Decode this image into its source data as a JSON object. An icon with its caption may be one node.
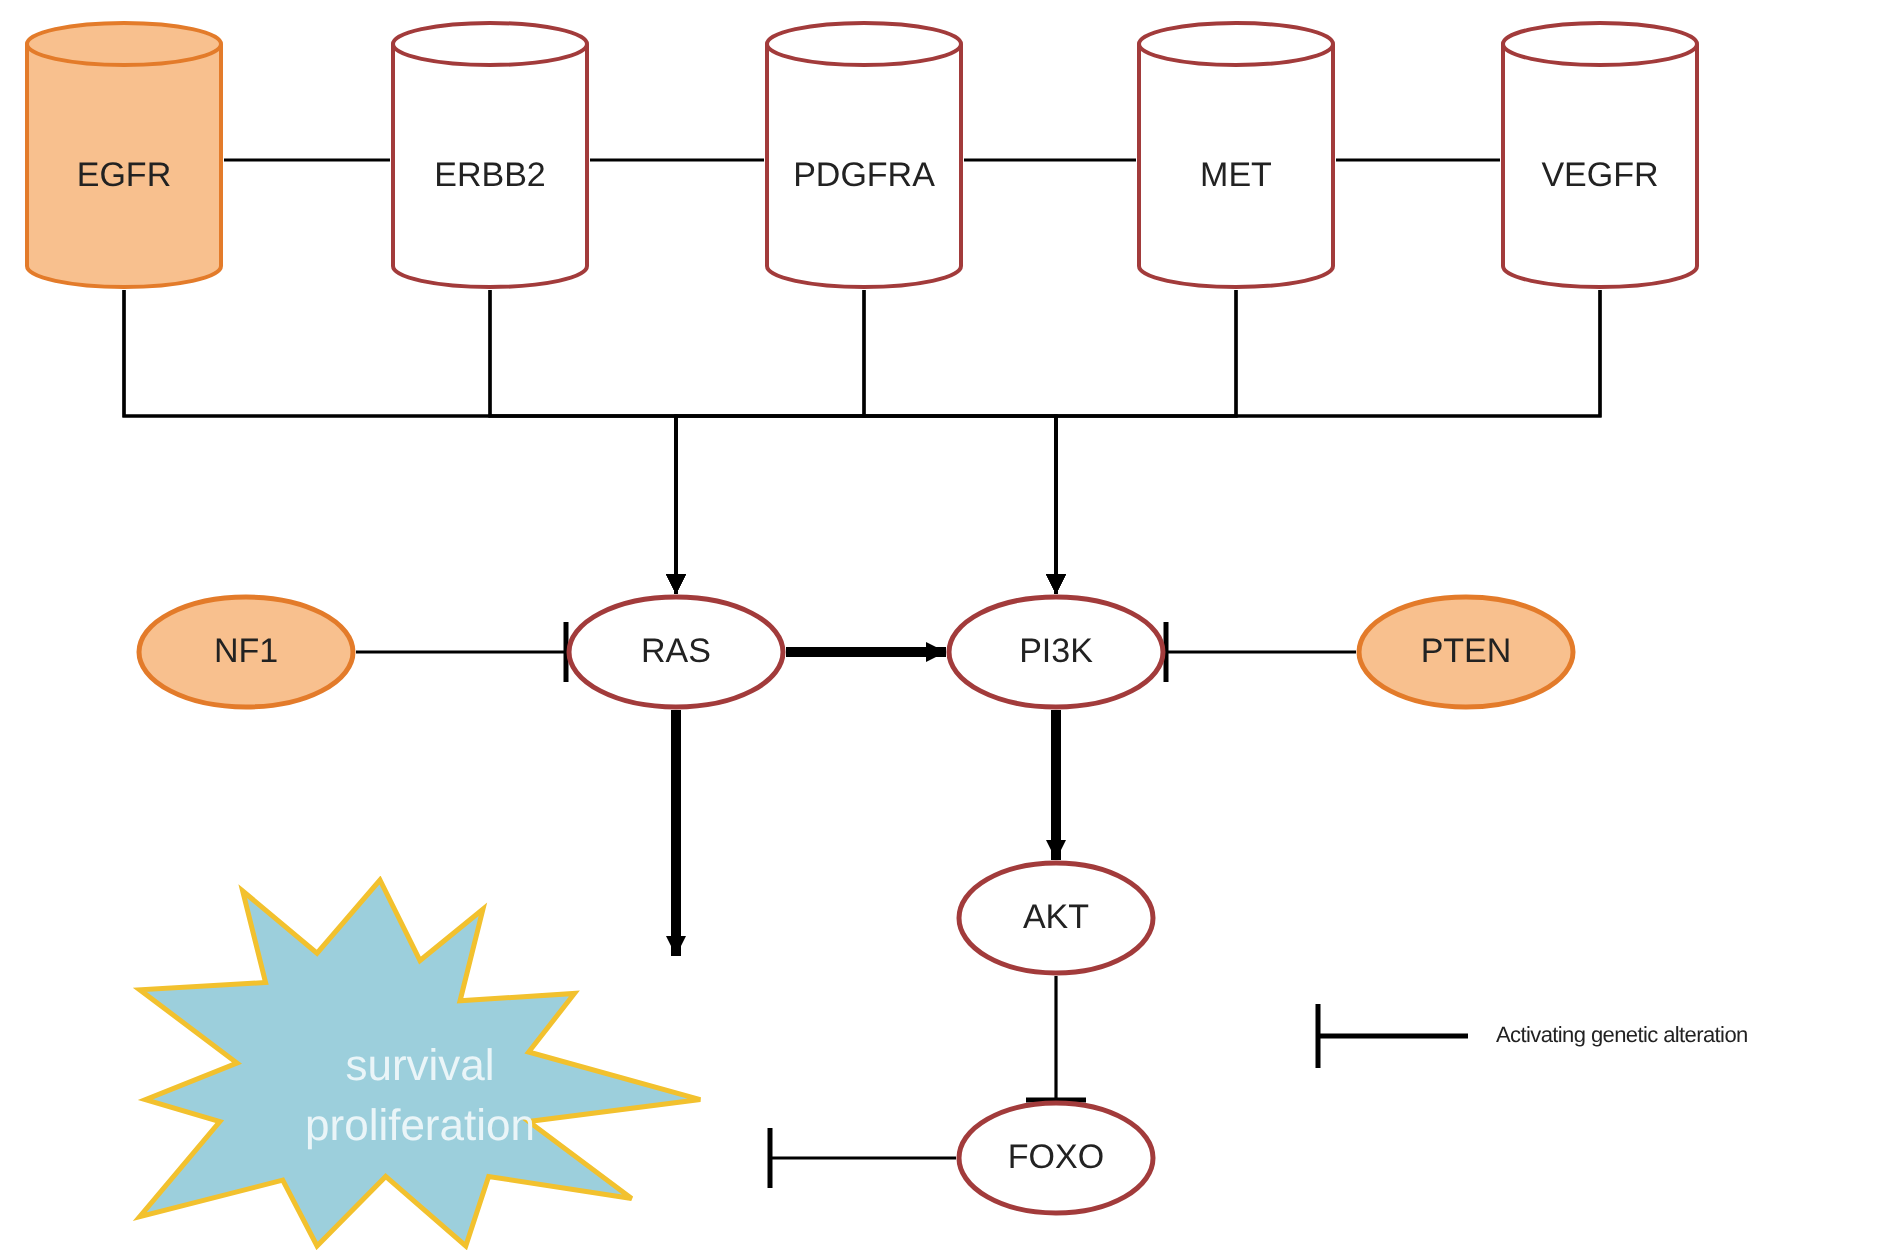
{
  "diagram": {
    "nodes": [
      {
        "text": [
          "EGFR"
        ]
      },
      {
        "text": [
          "ERBB2"
        ]
      },
      {
        "text": [
          "PDGFRA"
        ]
      },
      {
        "text": [
          "MET"
        ]
      },
      {
        "text": [
          "VEGFR"
        ]
      },
      {
        "text": [
          "NF1"
        ]
      },
      {
        "text": [
          "RAS"
        ]
      },
      {
        "text": [
          "PI3K"
        ]
      },
      {
        "text": [
          "PTEN"
        ]
      },
      {
        "text": [
          "AKT"
        ]
      },
      {
        "text": [
          "survival proliferation"
        ]
      },
      {
        "text": [
          "FOXO"
        ]
      }
    ],
    "edges": [
      {
        "from": 0,
        "to": 1,
        "arrow": "none"
      },
      {
        "from": 1,
        "to": 2,
        "arrow": "none"
      },
      {
        "from": 2,
        "to": 3,
        "arrow": "none"
      },
      {
        "from": 3,
        "to": 4,
        "arrow": "none"
      },
      {
        "from": 0,
        "to": 6,
        "arrow": "to"
      },
      {
        "from": 1,
        "to": 6,
        "arrow": "to"
      },
      {
        "from": 2,
        "to": 6,
        "arrow": "to"
      },
      {
        "from": 3,
        "to": 6,
        "arrow": "to"
      },
      {
        "from": 4,
        "to": 6,
        "arrow": "to"
      },
      {
        "from": 0,
        "to": 7,
        "arrow": "to"
      },
      {
        "from": 1,
        "to": 7,
        "arrow": "to"
      },
      {
        "from": 2,
        "to": 7,
        "arrow": "to"
      },
      {
        "from": 3,
        "to": 7,
        "arrow": "to"
      },
      {
        "from": 4,
        "to": 7,
        "arrow": "to"
      },
      {
        "from": 5,
        "to": 6,
        "arrow": "other"
      },
      {
        "from": 6,
        "to": 7,
        "arrow": "to",
        "style": "thick"
      },
      {
        "from": 8,
        "to": 7,
        "arrow": "other"
      },
      {
        "from": 6,
        "to": 10,
        "arrow": "to",
        "style": "thick"
      },
      {
        "from": 7,
        "to": 9,
        "arrow": "to",
        "style": "thick"
      },
      {
        "from": 9,
        "to": 11,
        "arrow": "other"
      },
      {
        "from": 11,
        "to": 10,
        "arrow": "other"
      }
    ],
    "legend": [
      {
        "text": "Activating genetic alteration"
      }
    ]
  }
}
